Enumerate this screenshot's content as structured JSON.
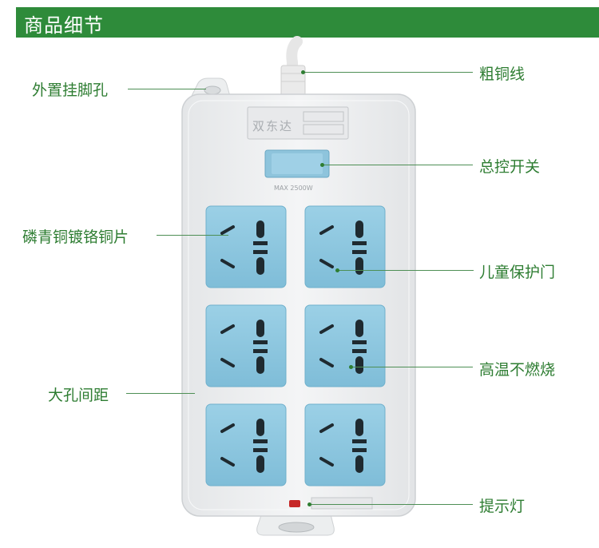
{
  "header": {
    "title": "商品细节"
  },
  "product": {
    "brand": "双东达",
    "switch_rating": "MAX 2500W",
    "socket_count": 6
  },
  "callouts": {
    "hanging_hole": "外置挂脚孔",
    "copper_wire": "粗铜线",
    "master_switch": "总控开关",
    "copper_plate": "磷青铜镀铬铜片",
    "child_door": "儿童保护门",
    "fireproof": "高温不燃烧",
    "hole_spacing": "大孔间距",
    "indicator": "提示灯"
  },
  "colors": {
    "header_green": "#2e8b3a",
    "label_green": "#2e7d32",
    "socket_blue": "#8fc8e0",
    "body_white": "#eeeff1"
  }
}
